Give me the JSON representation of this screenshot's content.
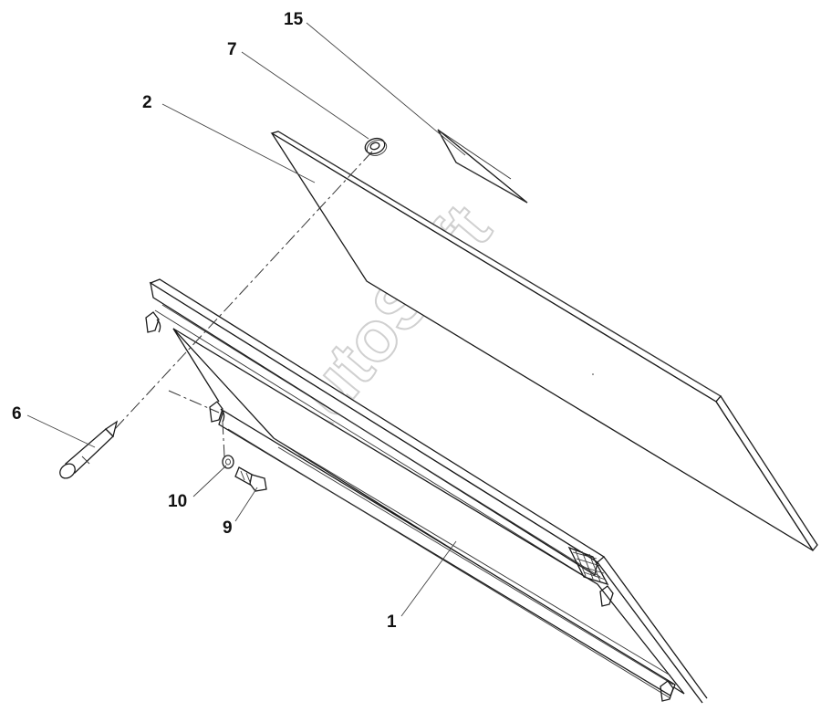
{
  "labels": {
    "p15": "15",
    "p7": "7",
    "p2": "2",
    "p6": "6",
    "p10": "10",
    "p9": "9",
    "p1": "1"
  },
  "watermark": {
    "text": "AutoSoft"
  },
  "colors": {
    "line": "#1a1a1a",
    "watermark": "#c8c8c8",
    "background": "#ffffff"
  }
}
